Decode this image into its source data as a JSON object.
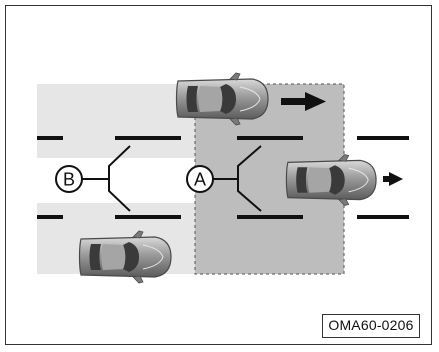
{
  "figure_code": "OMA60-0206",
  "zones": {
    "A": {
      "label": "A",
      "color": "#bdbdbd",
      "style": "dashed-outline"
    },
    "B": {
      "label": "B",
      "color": "#e6e6e6",
      "style": "light-band"
    }
  },
  "vehicles": [
    {
      "id": "upper-adjacent",
      "lane": "upper",
      "direction": "forward",
      "arrow": "large"
    },
    {
      "id": "center-ego",
      "lane": "center",
      "direction": "forward",
      "arrow": "small"
    },
    {
      "id": "lower-adjacent",
      "lane": "lower",
      "direction": "forward",
      "arrow": "none"
    }
  ],
  "colors": {
    "lane_marking": "#111111",
    "frame": "#333333",
    "car_body": "#8c8c8c",
    "car_window": "#3a3a3a",
    "arrow": "#111111"
  }
}
